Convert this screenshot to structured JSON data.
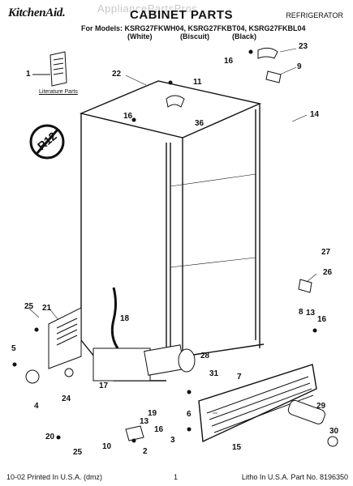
{
  "header": {
    "brand": "KitchenAid.",
    "watermark": "AppliancePartsPros",
    "title": "CABINET PARTS",
    "doctype": "REFRIGERATOR",
    "models_line": "For Models: KSRG27FKWH04, KSRG27FKBT04, KSRG27FKBL04",
    "color_white": "(White)",
    "color_biscuit": "(Biscuit)",
    "color_black": "(Black)"
  },
  "literature_label": "Literature Parts",
  "refrigerant_badge": "R12",
  "callouts": [
    "1",
    "22",
    "23",
    "16",
    "11",
    "9",
    "16",
    "36",
    "14",
    "18",
    "27",
    "26",
    "25",
    "21",
    "8",
    "13",
    "16",
    "5",
    "28",
    "31",
    "7",
    "4",
    "24",
    "17",
    "6",
    "19",
    "29",
    "13",
    "16",
    "30",
    "3",
    "2",
    "20",
    "10",
    "25",
    "15"
  ],
  "footer": {
    "print_info": "10-02 Printed In U.S.A. (dmz)",
    "page_number": "1",
    "part_number": "Litho In U.S.A. Part No. 8196350"
  }
}
